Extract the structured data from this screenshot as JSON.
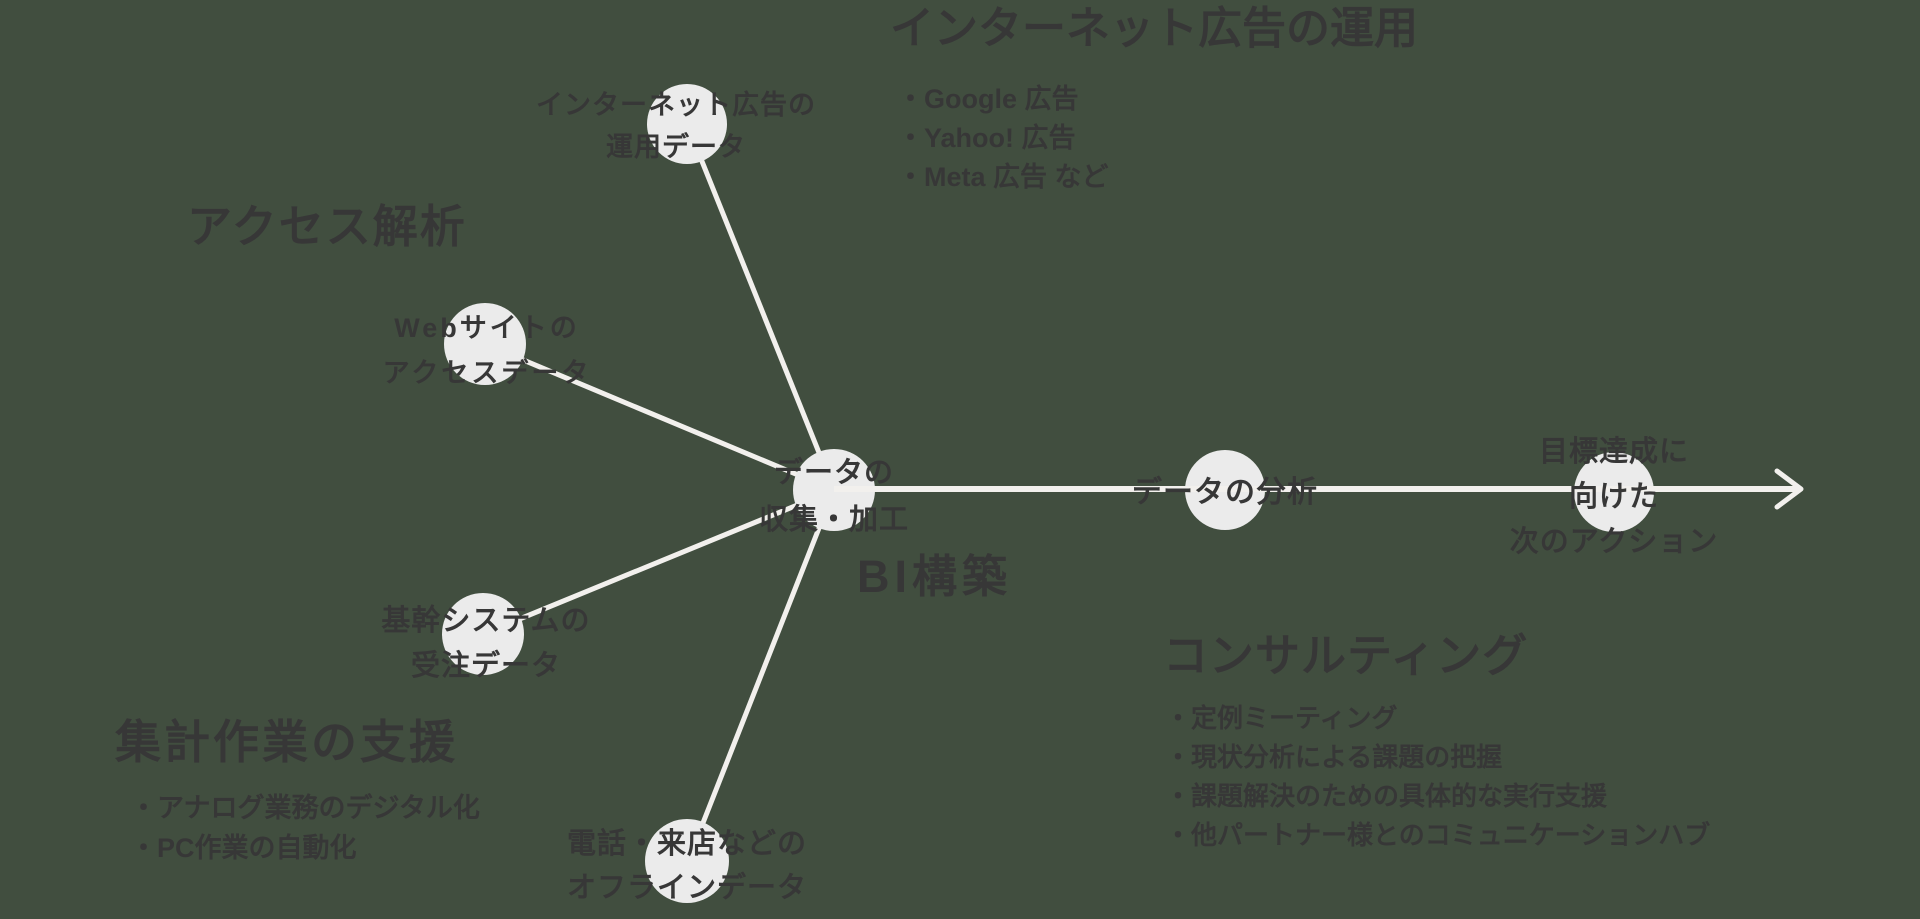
{
  "colors": {
    "background": "#414E3F",
    "node_fill": "#EBEBEB",
    "line": "#F2F0ED",
    "text": "#373737"
  },
  "nodes": {
    "internet_ads_data": {
      "line1": "インターネット広告の",
      "line2": "運用データ"
    },
    "web_access_data": {
      "line1": "Webサイトの",
      "line2": "アクセスデータ"
    },
    "data_collection": {
      "line1": "データの",
      "line2": "収集・加工"
    },
    "core_system_data": {
      "line1": "基幹システムの",
      "line2": "受注データ"
    },
    "offline_data": {
      "line1": "電話・来店などの",
      "line2": "オフラインデータ"
    },
    "data_analysis": {
      "label": "データの分析"
    },
    "next_action": {
      "line1": "目標達成に",
      "line2": "向けた",
      "line3": "次のアクション"
    }
  },
  "sections": {
    "internet_ads": {
      "title": "インターネット広告の運用",
      "items": [
        "・Google 広告",
        "・Yahoo! 広告",
        "・Meta 広告 など"
      ]
    },
    "access_analytics": {
      "title": "アクセス解析"
    },
    "aggregation_support": {
      "title": "集計作業の支援",
      "items": [
        "・アナログ業務のデジタル化",
        "・PC作業の自動化"
      ]
    },
    "bi_build": {
      "title": "BI構築"
    },
    "consulting": {
      "title": "コンサルティング",
      "items": [
        "・定例ミーティング",
        "・現状分析による課題の把握",
        "・課題解決のための具体的な実行支援",
        "・他パートナー様とのコミュニケーションハブ"
      ]
    }
  }
}
